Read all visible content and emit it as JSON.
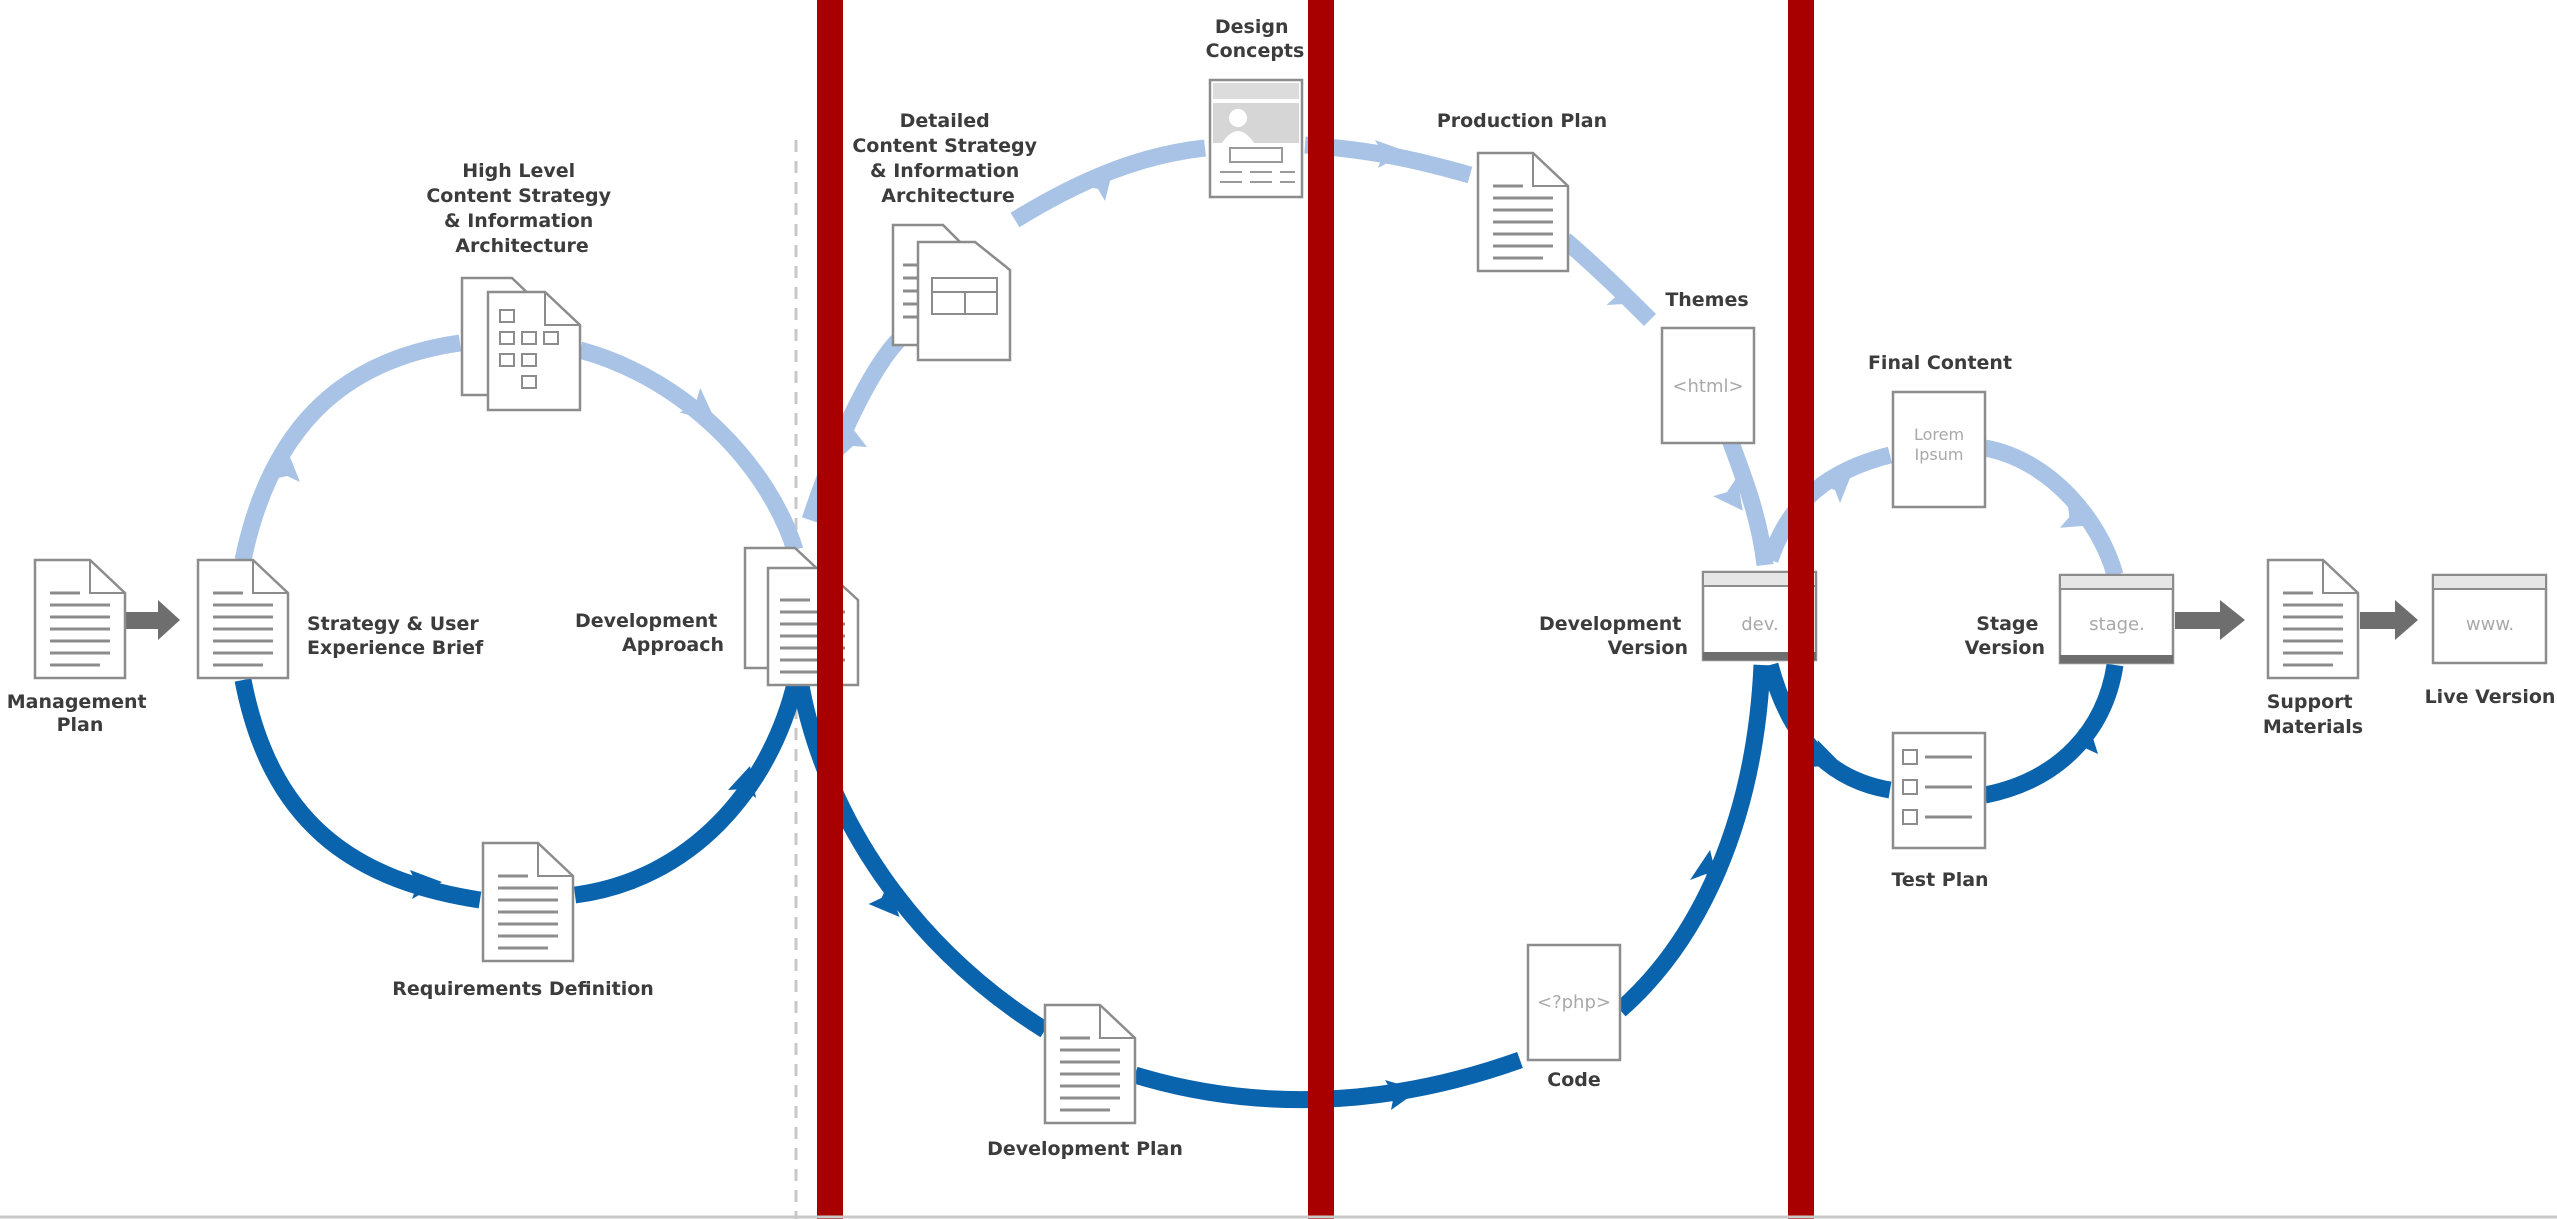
{
  "labels": {
    "management_plan": [
      "Management",
      "Plan"
    ],
    "strategy_brief": [
      "Strategy & User",
      "Experience Brief"
    ],
    "high_level_ia": [
      "High Level",
      "Content Strategy",
      "& Information",
      "Architecture"
    ],
    "development_approach": [
      "Development",
      "Approach"
    ],
    "requirements_definition": [
      "Requirements Definition"
    ],
    "detailed_ia": [
      "Detailed",
      "Content Strategy",
      "& Information",
      "Architecture"
    ],
    "design_concepts": [
      "Design",
      "Concepts"
    ],
    "production_plan": [
      "Production Plan"
    ],
    "themes": [
      "Themes"
    ],
    "development_version": [
      "Development",
      "Version"
    ],
    "code": [
      "Code"
    ],
    "development_plan": [
      "Development Plan"
    ],
    "final_content": [
      "Final Content"
    ],
    "stage_version": [
      "Stage",
      "Version"
    ],
    "test_plan": [
      "Test Plan"
    ],
    "support_materials": [
      "Support",
      "Materials"
    ],
    "live_version": [
      "Live Version"
    ]
  },
  "icon_text": {
    "themes_html": "<html>",
    "code_php": "<?php>",
    "lorem": "Lorem",
    "ipsum": "Ipsum",
    "dev_url": "dev.",
    "stage_url": "stage.",
    "live_url": "www."
  },
  "colors": {
    "planning_arc": "#a9c3e6",
    "build_arc": "#0a63ad",
    "divider_red": "#a80000",
    "connector_gray": "#6e6e6e",
    "document_stroke": "#8c8c8c",
    "label_text": "#3c3c3c"
  }
}
